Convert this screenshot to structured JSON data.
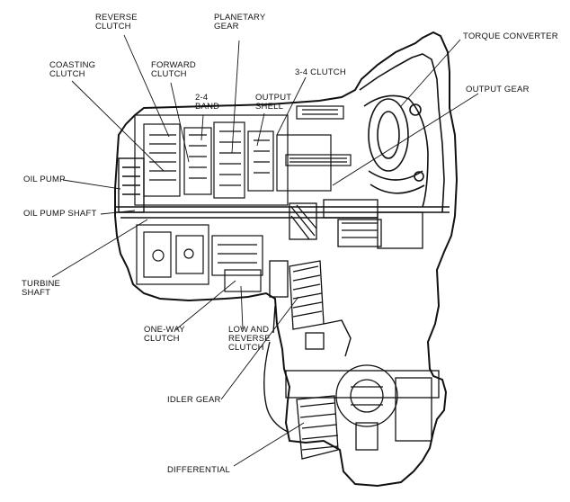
{
  "labels": {
    "reverse_clutch": "REVERSE\nCLUTCH",
    "planetary_gear": "PLANETARY\nGEAR",
    "torque_converter": "TORQUE CONVERTER",
    "coasting_clutch": "COASTING\nCLUTCH",
    "forward_clutch": "FORWARD\nCLUTCH",
    "band_2_4": "2-4\nBAND",
    "output_shell": "OUTPUT\nSHELL",
    "clutch_3_4": "3-4 CLUTCH",
    "output_gear": "OUTPUT GEAR",
    "oil_pump": "OIL PUMP",
    "oil_pump_shaft": "OIL PUMP SHAFT",
    "turbine_shaft": "TURBINE\nSHAFT",
    "one_way_clutch": "ONE-WAY\nCLUTCH",
    "low_reverse_clutch": "LOW AND\nREVERSE\nCLUTCH",
    "idler_gear": "IDLER GEAR",
    "differential": "DIFFERENTIAL"
  },
  "colors": {
    "ink": "#111111",
    "background": "#ffffff"
  }
}
